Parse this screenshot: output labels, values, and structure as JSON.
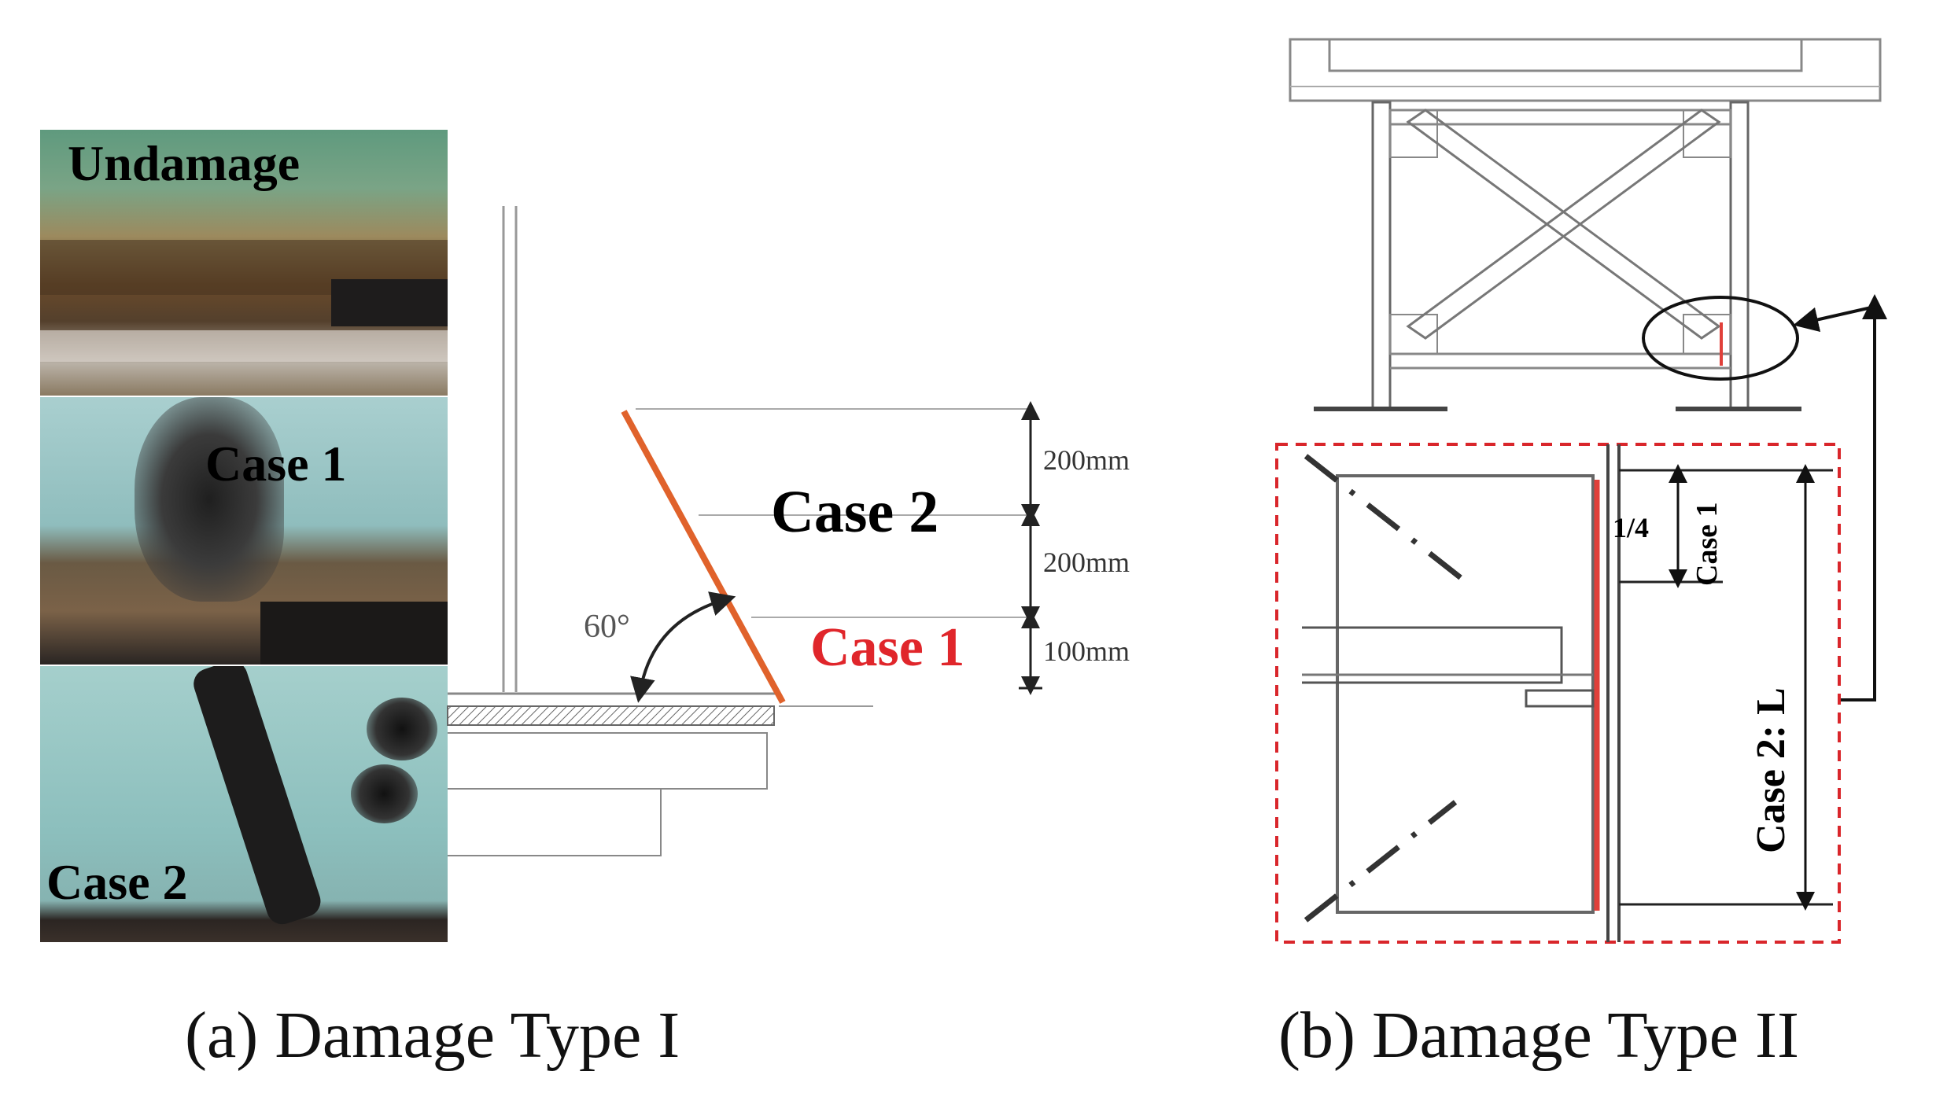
{
  "panel_a": {
    "photos": [
      {
        "label": "Undamage"
      },
      {
        "label": "Case 1"
      },
      {
        "label": "Case 2"
      }
    ],
    "angle_label": "60°",
    "case2_label": "Case 2",
    "case1_label": "Case 1",
    "dims": [
      "200mm",
      "200mm",
      "100mm"
    ],
    "caption": "(a) Damage Type I",
    "colors": {
      "damage_line": "#e0622b",
      "case1_text": "#e0262b"
    }
  },
  "panel_b": {
    "fraction_label": "1/4",
    "case1_label": "Case 1",
    "case2_label": "Case 2:  L",
    "caption": "(b) Damage Type II",
    "colors": {
      "damage_line": "#e0403a",
      "dashed_box": "#d9262b"
    }
  }
}
